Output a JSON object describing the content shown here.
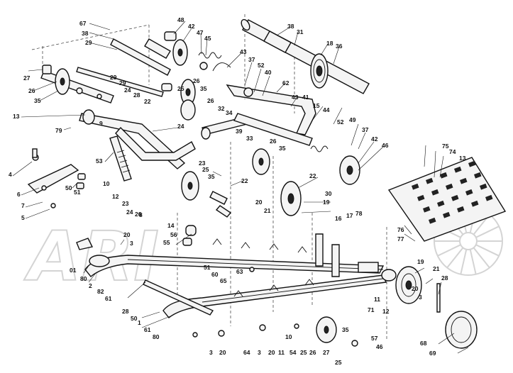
{
  "watermark": {
    "text": "ARI",
    "wheel_spokes": 14
  },
  "labels": {
    "l1": "67",
    "l2": "38",
    "l3": "29",
    "l4": "48",
    "l5": "42",
    "l6": "47",
    "l7": "45",
    "l8": "38",
    "l9": "31",
    "l10": "18",
    "l11": "36",
    "l12": "27",
    "l13": "26",
    "l14": "35",
    "l15": "29",
    "l16": "29",
    "l17": "24",
    "l18": "28",
    "l19": "22",
    "l20": "26",
    "l21": "25",
    "l22": "35",
    "l23": "43",
    "l24": "37",
    "l25": "52",
    "l26": "40",
    "l27": "62",
    "l28": "43",
    "l29": "41",
    "l30": "15",
    "l31": "44",
    "l32": "52",
    "l33": "49",
    "l34": "37",
    "l35": "42",
    "l36": "46",
    "l37": "13",
    "l38": "79",
    "l39": "9",
    "l40": "24",
    "l41": "26",
    "l42": "32",
    "l43": "34",
    "l44": "39",
    "l45": "33",
    "l46": "26",
    "l47": "35",
    "l48": "75",
    "l49": "74",
    "l50": "13",
    "l51": "4",
    "l52": "6",
    "l53": "7",
    "l54": "5",
    "l55": "53",
    "l56": "50",
    "l57": "51",
    "l58": "10",
    "l59": "12",
    "l60": "23",
    "l61": "25",
    "l62": "35",
    "l63": "22",
    "l64": "23",
    "l65": "24",
    "l66": "26",
    "l67": "22",
    "l68": "20",
    "l69": "21",
    "l70": "30",
    "l71": "19",
    "l72": "8",
    "l73": "14",
    "l74": "56",
    "l75": "55",
    "l76": "20",
    "l77": "3",
    "l78": "01",
    "l79": "80",
    "l80": "2",
    "l81": "82",
    "l82": "61",
    "l83": "51",
    "l84": "60",
    "l85": "65",
    "l86": "63",
    "l87": "16",
    "l88": "17",
    "l89": "78",
    "l90": "76",
    "l91": "77",
    "l92": "19",
    "l93": "21",
    "l94": "28",
    "l95": "11",
    "l96": "12",
    "l97": "71",
    "l98": "28",
    "l99": "50",
    "l100": "1",
    "l101": "61",
    "l102": "80",
    "l103": "3",
    "l104": "20",
    "l105": "64",
    "l106": "3",
    "l107": "20",
    "l108": "10",
    "l109": "11",
    "l110": "54",
    "l111": "25",
    "l112": "26",
    "l113": "35",
    "l114": "27",
    "l115": "25",
    "l116": "57",
    "l117": "46",
    "l118": "68",
    "l119": "69",
    "l120": "20",
    "l121": "3"
  }
}
